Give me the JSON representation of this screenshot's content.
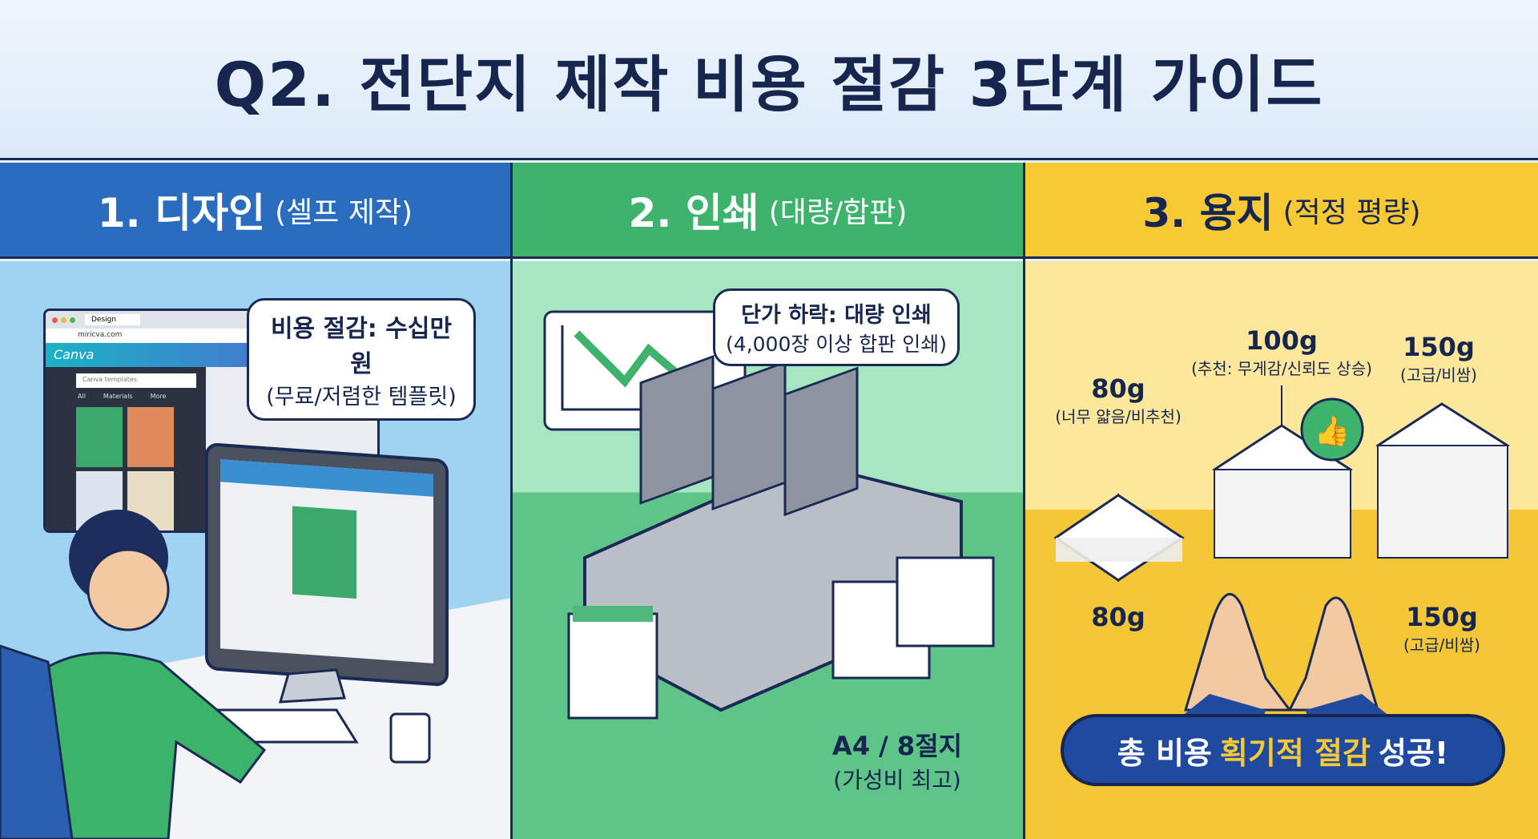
{
  "title": "Q2. 전단지 제작 비용 절감 3단계 가이드",
  "panels": [
    {
      "title": "1. 디자인",
      "subtitle": "(셀프 제작)",
      "bubble_line1": "비용 절감: 수십만 원",
      "bubble_line2": "(무료/저렴한 템플릿)",
      "browser_tab": "Design",
      "browser_url": "miricva.com",
      "app_logo": "Canva",
      "search_placeholder": "Canva templates",
      "filter_tabs": [
        "All",
        "Materials",
        "More"
      ]
    },
    {
      "title": "2. 인쇄",
      "subtitle": "(대량/합판)",
      "bubble_line1": "단가 하락: 대량 인쇄",
      "bubble_line2": "(4,000장 이상 합판 인쇄)",
      "size_line1": "A4 / 8절지",
      "size_line2": "(가성비 최고)"
    },
    {
      "title": "3. 용지",
      "subtitle": "(적정 평량)",
      "papers": [
        {
          "weight": "80g",
          "note": "(너무 얇음/비추천)",
          "bottom_weight": "80g"
        },
        {
          "weight": "100g",
          "note": "(추천: 무게감/신뢰도 상승)"
        },
        {
          "weight": "150g",
          "note": "(고급/비쌈)",
          "bottom_weight": "150g",
          "bottom_note": "(고급/비쌈)"
        }
      ],
      "banner_pre": "총 비용",
      "banner_highlight": "획기적 절감",
      "banner_post": "성공!"
    }
  ],
  "colors": {
    "navy": "#16264f",
    "blue": "#2a6dbe",
    "green": "#3db36d",
    "yellow": "#f6c935"
  }
}
